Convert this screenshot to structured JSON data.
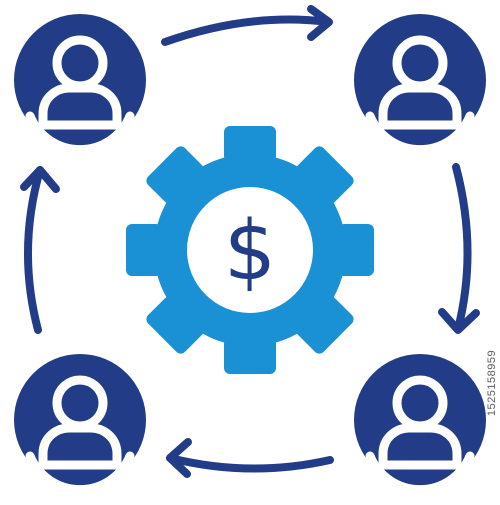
{
  "icon": {
    "subject": "people-money-cycle",
    "people": [
      {
        "position": "top-left"
      },
      {
        "position": "top-right"
      },
      {
        "position": "bottom-right"
      },
      {
        "position": "bottom-left"
      }
    ],
    "center_symbol": "$",
    "flow_direction": "clockwise",
    "colors": {
      "people": "#223c87",
      "arrows": "#223c87",
      "gear": "#1a91d4",
      "gear_center": "#ffffff",
      "dollar": "#223c87",
      "background": "#ffffff"
    }
  },
  "stock_id": "1525158959"
}
